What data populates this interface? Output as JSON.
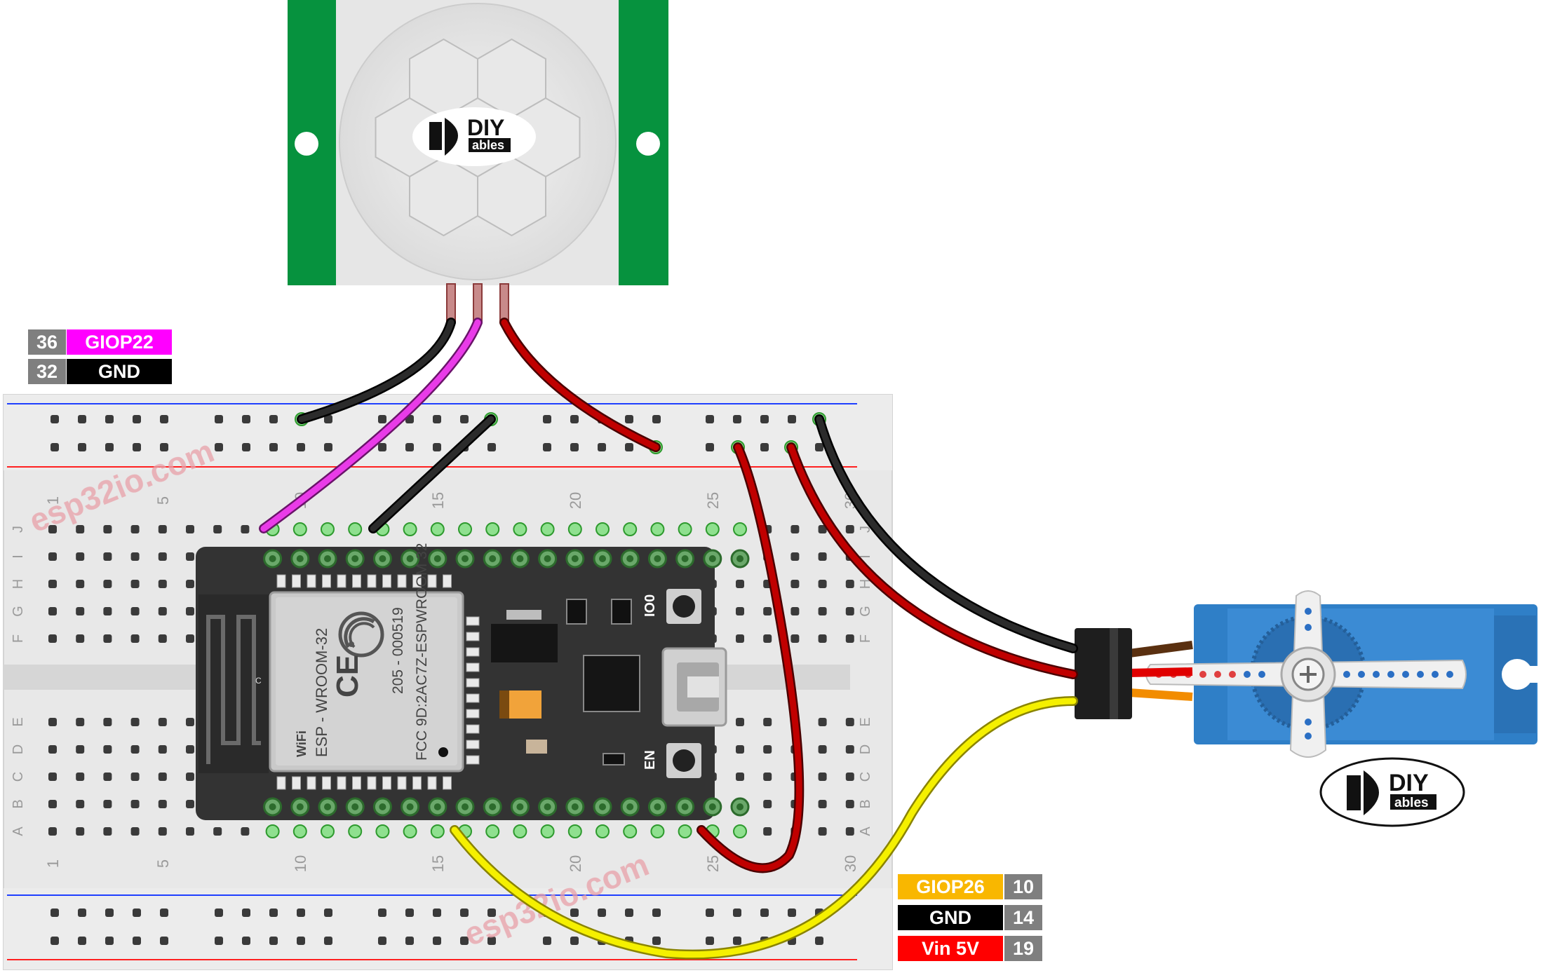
{
  "left_labels": [
    {
      "pin": "36",
      "name": "GIOP22",
      "color": "#ff00ff"
    },
    {
      "pin": "32",
      "name": "GND",
      "color": "#000000"
    }
  ],
  "right_labels": [
    {
      "pin": "10",
      "name": "GIOP26",
      "color": "#f9b700"
    },
    {
      "pin": "14",
      "name": "GND",
      "color": "#000000"
    },
    {
      "pin": "19",
      "name": "Vin 5V",
      "color": "#ff0000"
    }
  ],
  "breadboard": {
    "column_numbers_top": [
      "1",
      "5",
      "10",
      "15",
      "20",
      "25",
      "30"
    ],
    "column_numbers_bottom": [
      "1",
      "5",
      "10",
      "15",
      "20",
      "25",
      "30"
    ],
    "row_letters_upper": [
      "J",
      "I",
      "H",
      "G",
      "F"
    ],
    "row_letters_lower": [
      "E",
      "D",
      "C",
      "B",
      "A"
    ]
  },
  "esp32": {
    "module_text": "ESP - WROOM-32",
    "fcc_text": "FCC 9D:2AC7Z-ESPWROOM 32",
    "code_text": "205 - 000519",
    "ce_text": "CE",
    "wifi_text": "WiFi",
    "io0_label": "IO0",
    "en_label": "EN",
    "c_label": "C"
  },
  "logos": {
    "brand_top": "DIY",
    "brand_bottom": "ables"
  },
  "watermark": "esp32io.com",
  "colors": {
    "wire_black": "#1a1a1a",
    "wire_red": "#c00000",
    "wire_magenta": "#e93be8",
    "wire_yellow": "#f5f000",
    "pcb_green": "#06923e",
    "servo_blue": "#2f7fc7",
    "board_dark": "#333333"
  }
}
